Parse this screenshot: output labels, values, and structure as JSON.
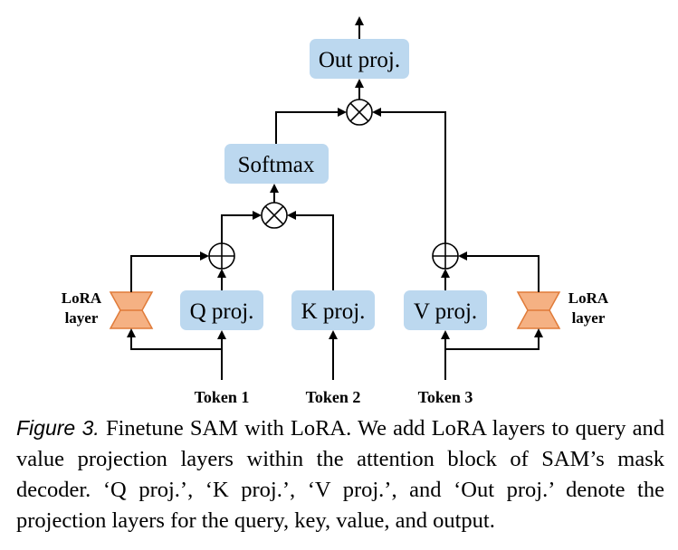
{
  "diagram": {
    "blocks": {
      "out_proj": "Out proj.",
      "softmax": "Softmax",
      "q_proj": "Q proj.",
      "k_proj": "K proj.",
      "v_proj": "V proj."
    },
    "lora_left": {
      "line1": "LoRA",
      "line2": "layer"
    },
    "lora_right": {
      "line1": "LoRA",
      "line2": "layer"
    },
    "tokens": [
      "Token 1",
      "Token 2",
      "Token 3"
    ],
    "colors": {
      "block_fill": "#bcd8ef",
      "lora_fill": "#f5b183",
      "lora_stroke": "#e07b39",
      "line": "#000000"
    }
  },
  "caption": {
    "label": "Figure 3.",
    "text": " Finetune SAM with LoRA. We add LoRA layers to query and value projection layers within the attention block of SAM’s mask decoder. ‘Q proj.’, ‘K proj.’, ‘V proj.’, and ‘Out proj.’ denote the projection layers for the query, key, value, and output."
  }
}
